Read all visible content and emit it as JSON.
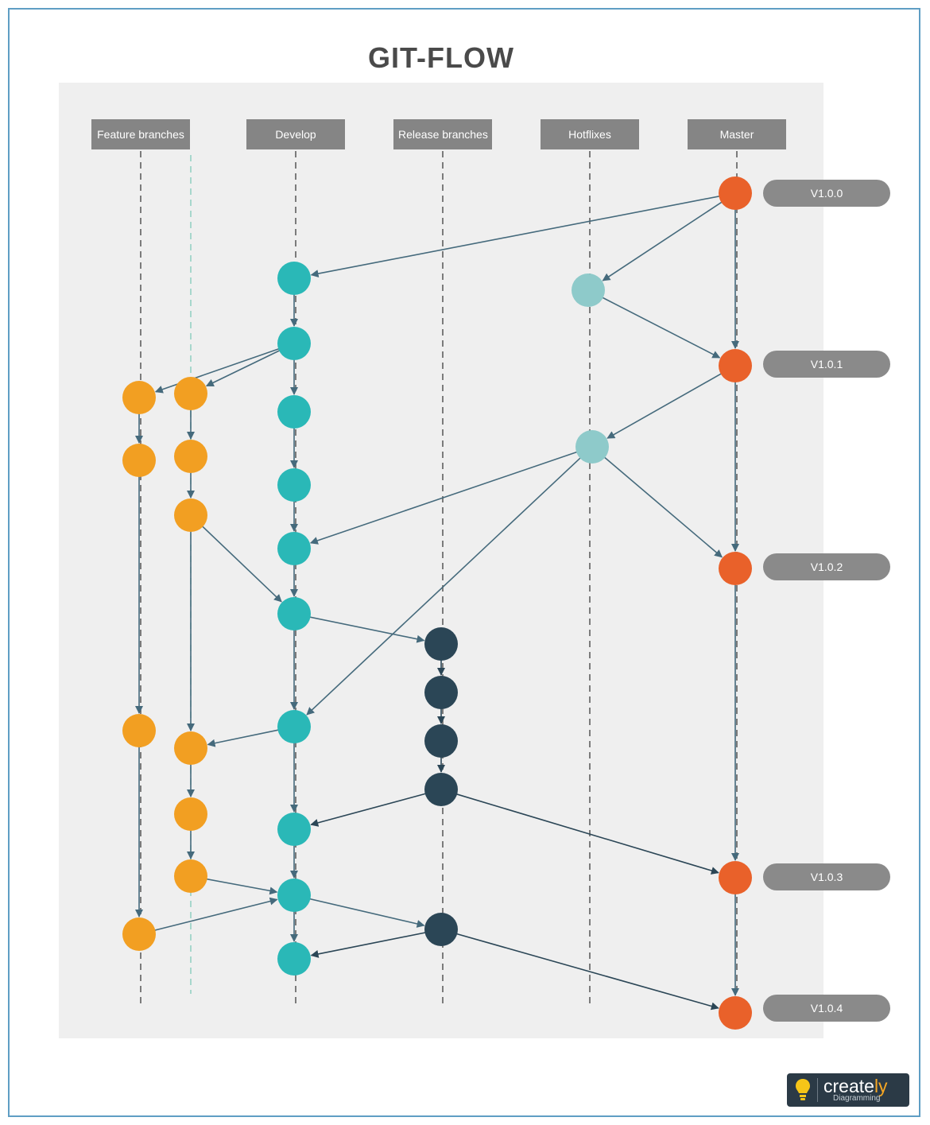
{
  "title": "GIT-FLOW",
  "lanes": [
    "Feature branches",
    "Develop",
    "Release branches",
    "Hotflixes",
    "Master"
  ],
  "versions": [
    "V1.0.0",
    "V1.0.1",
    "V1.0.2",
    "V1.0.3",
    "V1.0.4"
  ],
  "logo": {
    "name_main": "create",
    "name_accent": "ly",
    "subtitle": "Diagramming"
  },
  "colors": {
    "feature": "#f29f22",
    "develop": "#2ab8b7",
    "release": "#2b4656",
    "hotfix": "#8ecaca",
    "master": "#e9612a",
    "edge": "#456a7c",
    "panel": "#efefef",
    "header": "#858585"
  }
}
